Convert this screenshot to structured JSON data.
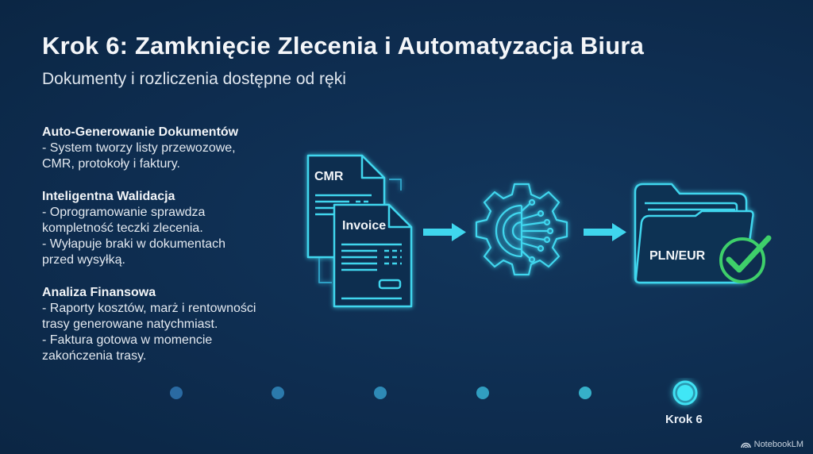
{
  "header": {
    "title": "Krok 6: Zamknięcie Zlecenia i Automatyzacja Biura",
    "subtitle": "Dokumenty i rozliczenia dostępne od ręki"
  },
  "sections": [
    {
      "heading": "Auto-Generowanie Dokumentów",
      "lines": [
        "- System tworzy listy przewozowe,",
        "CMR, protokoły i faktury."
      ]
    },
    {
      "heading": "Inteligentna Walidacja",
      "lines": [
        "- Oprogramowanie sprawdza",
        "kompletność teczki zlecenia.",
        "- Wyłapuje braki w dokumentach",
        "przed wysyłką."
      ]
    },
    {
      "heading": "Analiza Finansowa",
      "lines": [
        "- Raporty kosztów, marż i rentowności",
        "trasy generowane natychmiast.",
        "- Faktura gotowa w momencie",
        "zakończenia trasy."
      ]
    }
  ],
  "diagram": {
    "doc_back_label": "CMR",
    "doc_front_label": "Invoice",
    "folder_label": "PLN/EUR",
    "icons": [
      "documents-icon",
      "arrow-right-icon",
      "ai-gear-icon",
      "arrow-right-icon",
      "folder-check-icon"
    ],
    "colors": {
      "accent": "#3fd6ee",
      "check": "#3ecf6a",
      "background": "#0e2d4f"
    }
  },
  "timeline": {
    "steps": 6,
    "active_step": 6,
    "active_label": "Krok 6"
  },
  "brand": {
    "label": "NotebookLM"
  }
}
